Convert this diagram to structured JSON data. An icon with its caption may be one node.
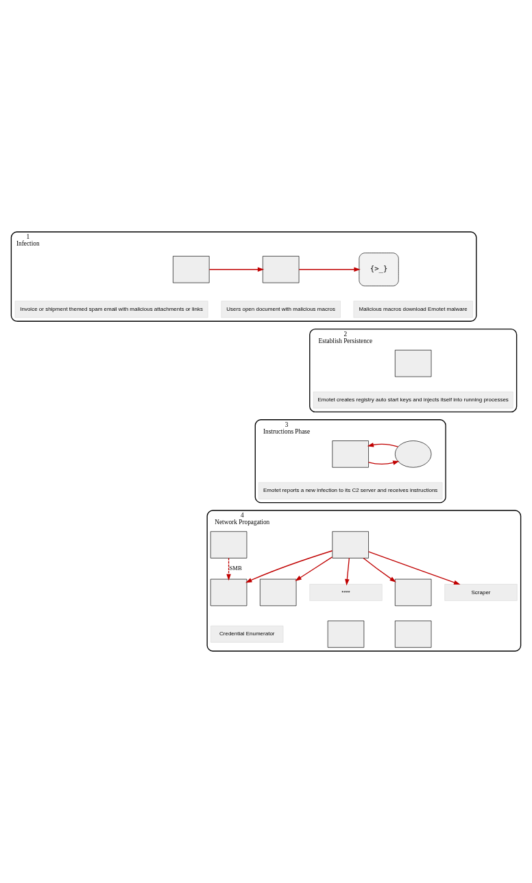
{
  "diagram": {
    "nodes": [
      {
        "text": [
          "1",
          "Infection"
        ]
      },
      {
        "text": [],
        "shape": "box",
        "in": 0
      },
      {
        "text": [],
        "shape": "box",
        "in": 0
      },
      {
        "text": [
          "{>_}"
        ],
        "in": 0
      },
      {
        "text": [
          "Invoice or shipment themed spam email with malicious attachments or links"
        ],
        "in": 0
      },
      {
        "text": [
          "Users open document with malicious macros"
        ],
        "in": 0
      },
      {
        "text": [
          "Malicious macros download Emotet malware"
        ],
        "in": 0
      },
      {
        "text": [
          "2",
          "Establish Persistence"
        ]
      },
      {
        "text": [],
        "shape": "box",
        "in": 7
      },
      {
        "text": [
          "Emotet creates registry auto start keys and injects itself into running processes"
        ],
        "in": 7
      },
      {
        "text": [
          "3",
          "Instructions Phase"
        ]
      },
      {
        "text": [],
        "shape": "cloud",
        "in": 10
      },
      {
        "text": [],
        "shape": "box",
        "in": 10
      },
      {
        "text": [
          "Emotet reports a new infection to its C2 server and receives instructions"
        ],
        "in": 10
      },
      {
        "text": [
          "4",
          "Network Propagation"
        ]
      },
      {
        "text": [],
        "shape": "box",
        "in": 14
      },
      {
        "text": [
          "Scraper"
        ],
        "in": 14
      },
      {
        "text": [],
        "shape": "box",
        "in": 14
      },
      {
        "text": [],
        "shape": "box",
        "in": 14
      },
      {
        "text": [],
        "shape": "box",
        "in": 14
      },
      {
        "text": [
          "Credential Enumerator"
        ],
        "in": 14
      },
      {
        "text": [
          "****"
        ],
        "in": 14
      },
      {
        "text": [],
        "shape": "box",
        "in": 14
      },
      {
        "text": [],
        "shape": "box",
        "in": 14
      },
      {
        "text": [],
        "shape": "box",
        "in": 14
      }
    ],
    "edges": [
      {
        "from": 1,
        "to": 2,
        "arrow": "to"
      },
      {
        "from": 2,
        "to": 3,
        "arrow": "to"
      },
      {
        "from": 12,
        "to": 11,
        "arrow": "to"
      },
      {
        "from": 11,
        "to": 12,
        "arrow": "to"
      },
      {
        "from": 15,
        "to": 16,
        "arrow": "to"
      },
      {
        "from": 15,
        "to": 17,
        "arrow": "to"
      },
      {
        "from": 15,
        "to": 18,
        "arrow": "to"
      },
      {
        "from": 19,
        "to": 18,
        "arrow": "to",
        "label": "SMB",
        "style": "dashed"
      },
      {
        "from": 15,
        "to": 21,
        "arrow": "to"
      },
      {
        "from": 15,
        "to": 23,
        "arrow": "to"
      }
    ]
  }
}
